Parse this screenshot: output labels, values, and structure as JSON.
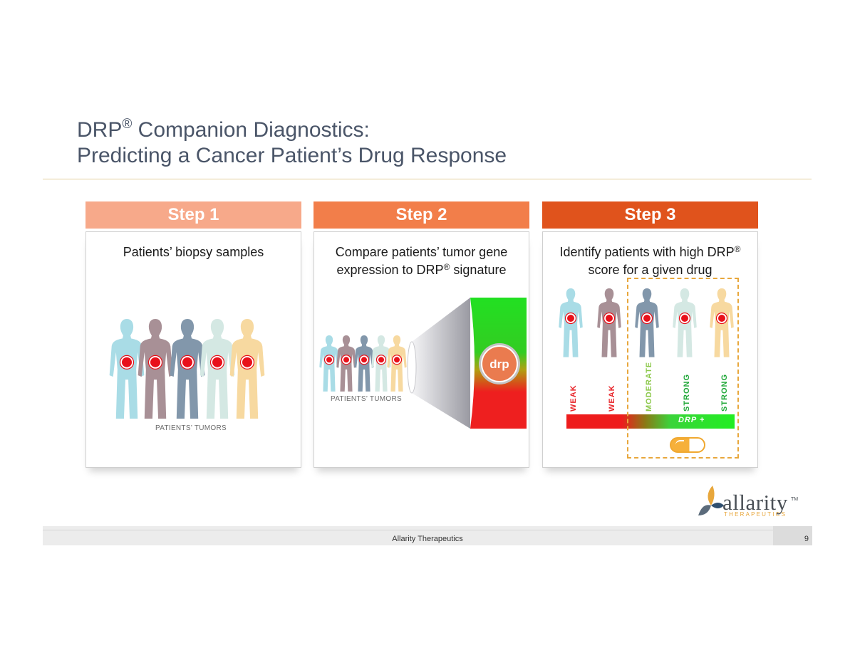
{
  "title": {
    "line1_pre": "DRP",
    "line1_mark": "®",
    "line1_post": " Companion Diagnostics:",
    "line2": "Predicting a Cancer Patient’s Drug Response"
  },
  "steps": [
    {
      "label": "Step 1",
      "color": "#f7a98a",
      "text": "Patients’ biopsy samples"
    },
    {
      "label": "Step 2",
      "color": "#f27e4a",
      "text_line1": "Compare patients’ tumor gene",
      "text_line2_pre": "expression to DRP",
      "text_line2_mark": "®",
      "text_line2_post": " signature"
    },
    {
      "label": "Step 3",
      "color": "#e0531c",
      "text_line1_pre": "Identify patients with high DRP",
      "text_line1_mark": "®",
      "text_line2": "score for a given drug"
    }
  ],
  "figure_colors": [
    "#a9dce6",
    "#a89096",
    "#8297ab",
    "#d4e8e3",
    "#f7d9a0"
  ],
  "tumor_color": "#e8101a",
  "patients_tumors_label": "PATIENTS’ TUMORS",
  "drp_logo_text": "drp",
  "response_labels": [
    {
      "text": "WEAK",
      "color": "#e8262b"
    },
    {
      "text": "WEAK",
      "color": "#e8262b"
    },
    {
      "text": "MODERATE",
      "color": "#8cc84b"
    },
    {
      "text": "STRONG",
      "color": "#22a83a"
    },
    {
      "text": "STRONG",
      "color": "#22a83a"
    }
  ],
  "drp_plus": "DRP +",
  "footer": {
    "company": "Allarity Therapeutics",
    "page": "9"
  },
  "logo": {
    "name": "allarity",
    "tm": "TM",
    "sub": "THERAPEUTICS"
  }
}
